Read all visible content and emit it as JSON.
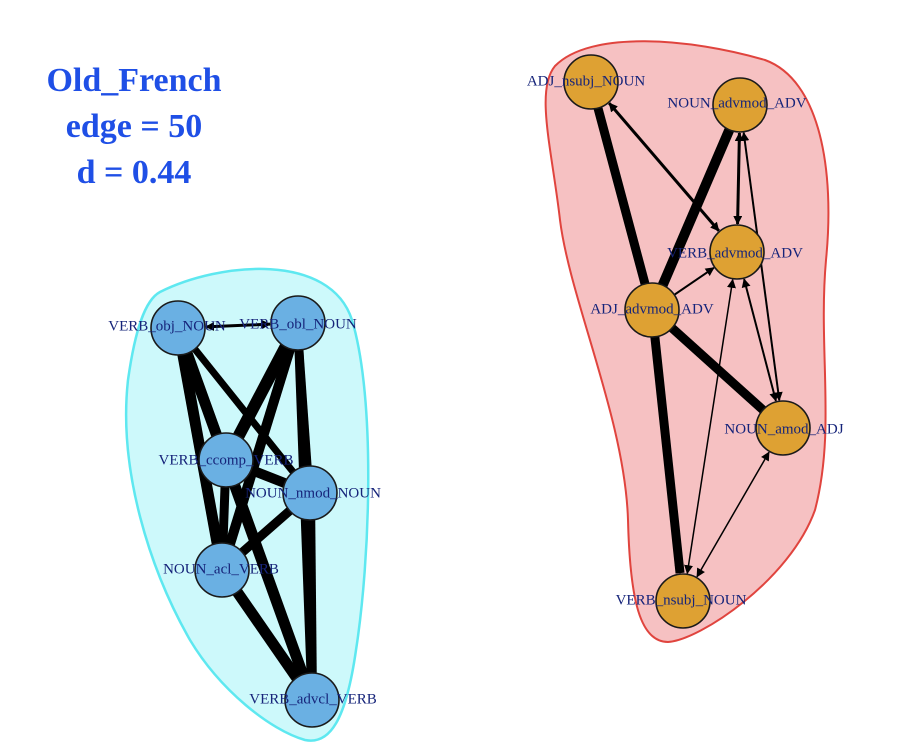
{
  "header": {
    "title": "Old_French",
    "edge_line": "edge = 50",
    "d_line": "d = 0.44"
  },
  "colors": {
    "title": "#1f4fe6",
    "cluster_blue_fill": "#cdf9fb",
    "cluster_blue_stroke": "#5ee8f0",
    "node_blue": "#6ab0e3",
    "cluster_red_fill": "#f6c1c2",
    "cluster_red_stroke": "#e0443e",
    "node_orange": "#dea133",
    "edge": "#000000",
    "label": "#16247a"
  },
  "clusters": [
    {
      "id": "blue",
      "nodes": [
        {
          "id": "b_obj",
          "label": "VERB_obj_NOUN"
        },
        {
          "id": "b_obl",
          "label": "VERB_obl_NOUN"
        },
        {
          "id": "b_ccomp",
          "label": "VERB_ccomp_VERB"
        },
        {
          "id": "b_nmod",
          "label": "NOUN_nmod_NOUN"
        },
        {
          "id": "b_acl",
          "label": "NOUN_acl_VERB"
        },
        {
          "id": "b_advcl",
          "label": "VERB_advcl_VERB"
        }
      ]
    },
    {
      "id": "red",
      "nodes": [
        {
          "id": "r_adjnsubj",
          "label": "ADJ_nsubj_NOUN"
        },
        {
          "id": "r_nadvmod",
          "label": "NOUN_advmod_ADV"
        },
        {
          "id": "r_vadvmod",
          "label": "VERB_advmod_ADV"
        },
        {
          "id": "r_aadvmod",
          "label": "ADJ_advmod_ADV"
        },
        {
          "id": "r_amod",
          "label": "NOUN_amod_ADJ"
        },
        {
          "id": "r_vnsubj",
          "label": "VERB_nsubj_NOUN"
        }
      ]
    }
  ]
}
